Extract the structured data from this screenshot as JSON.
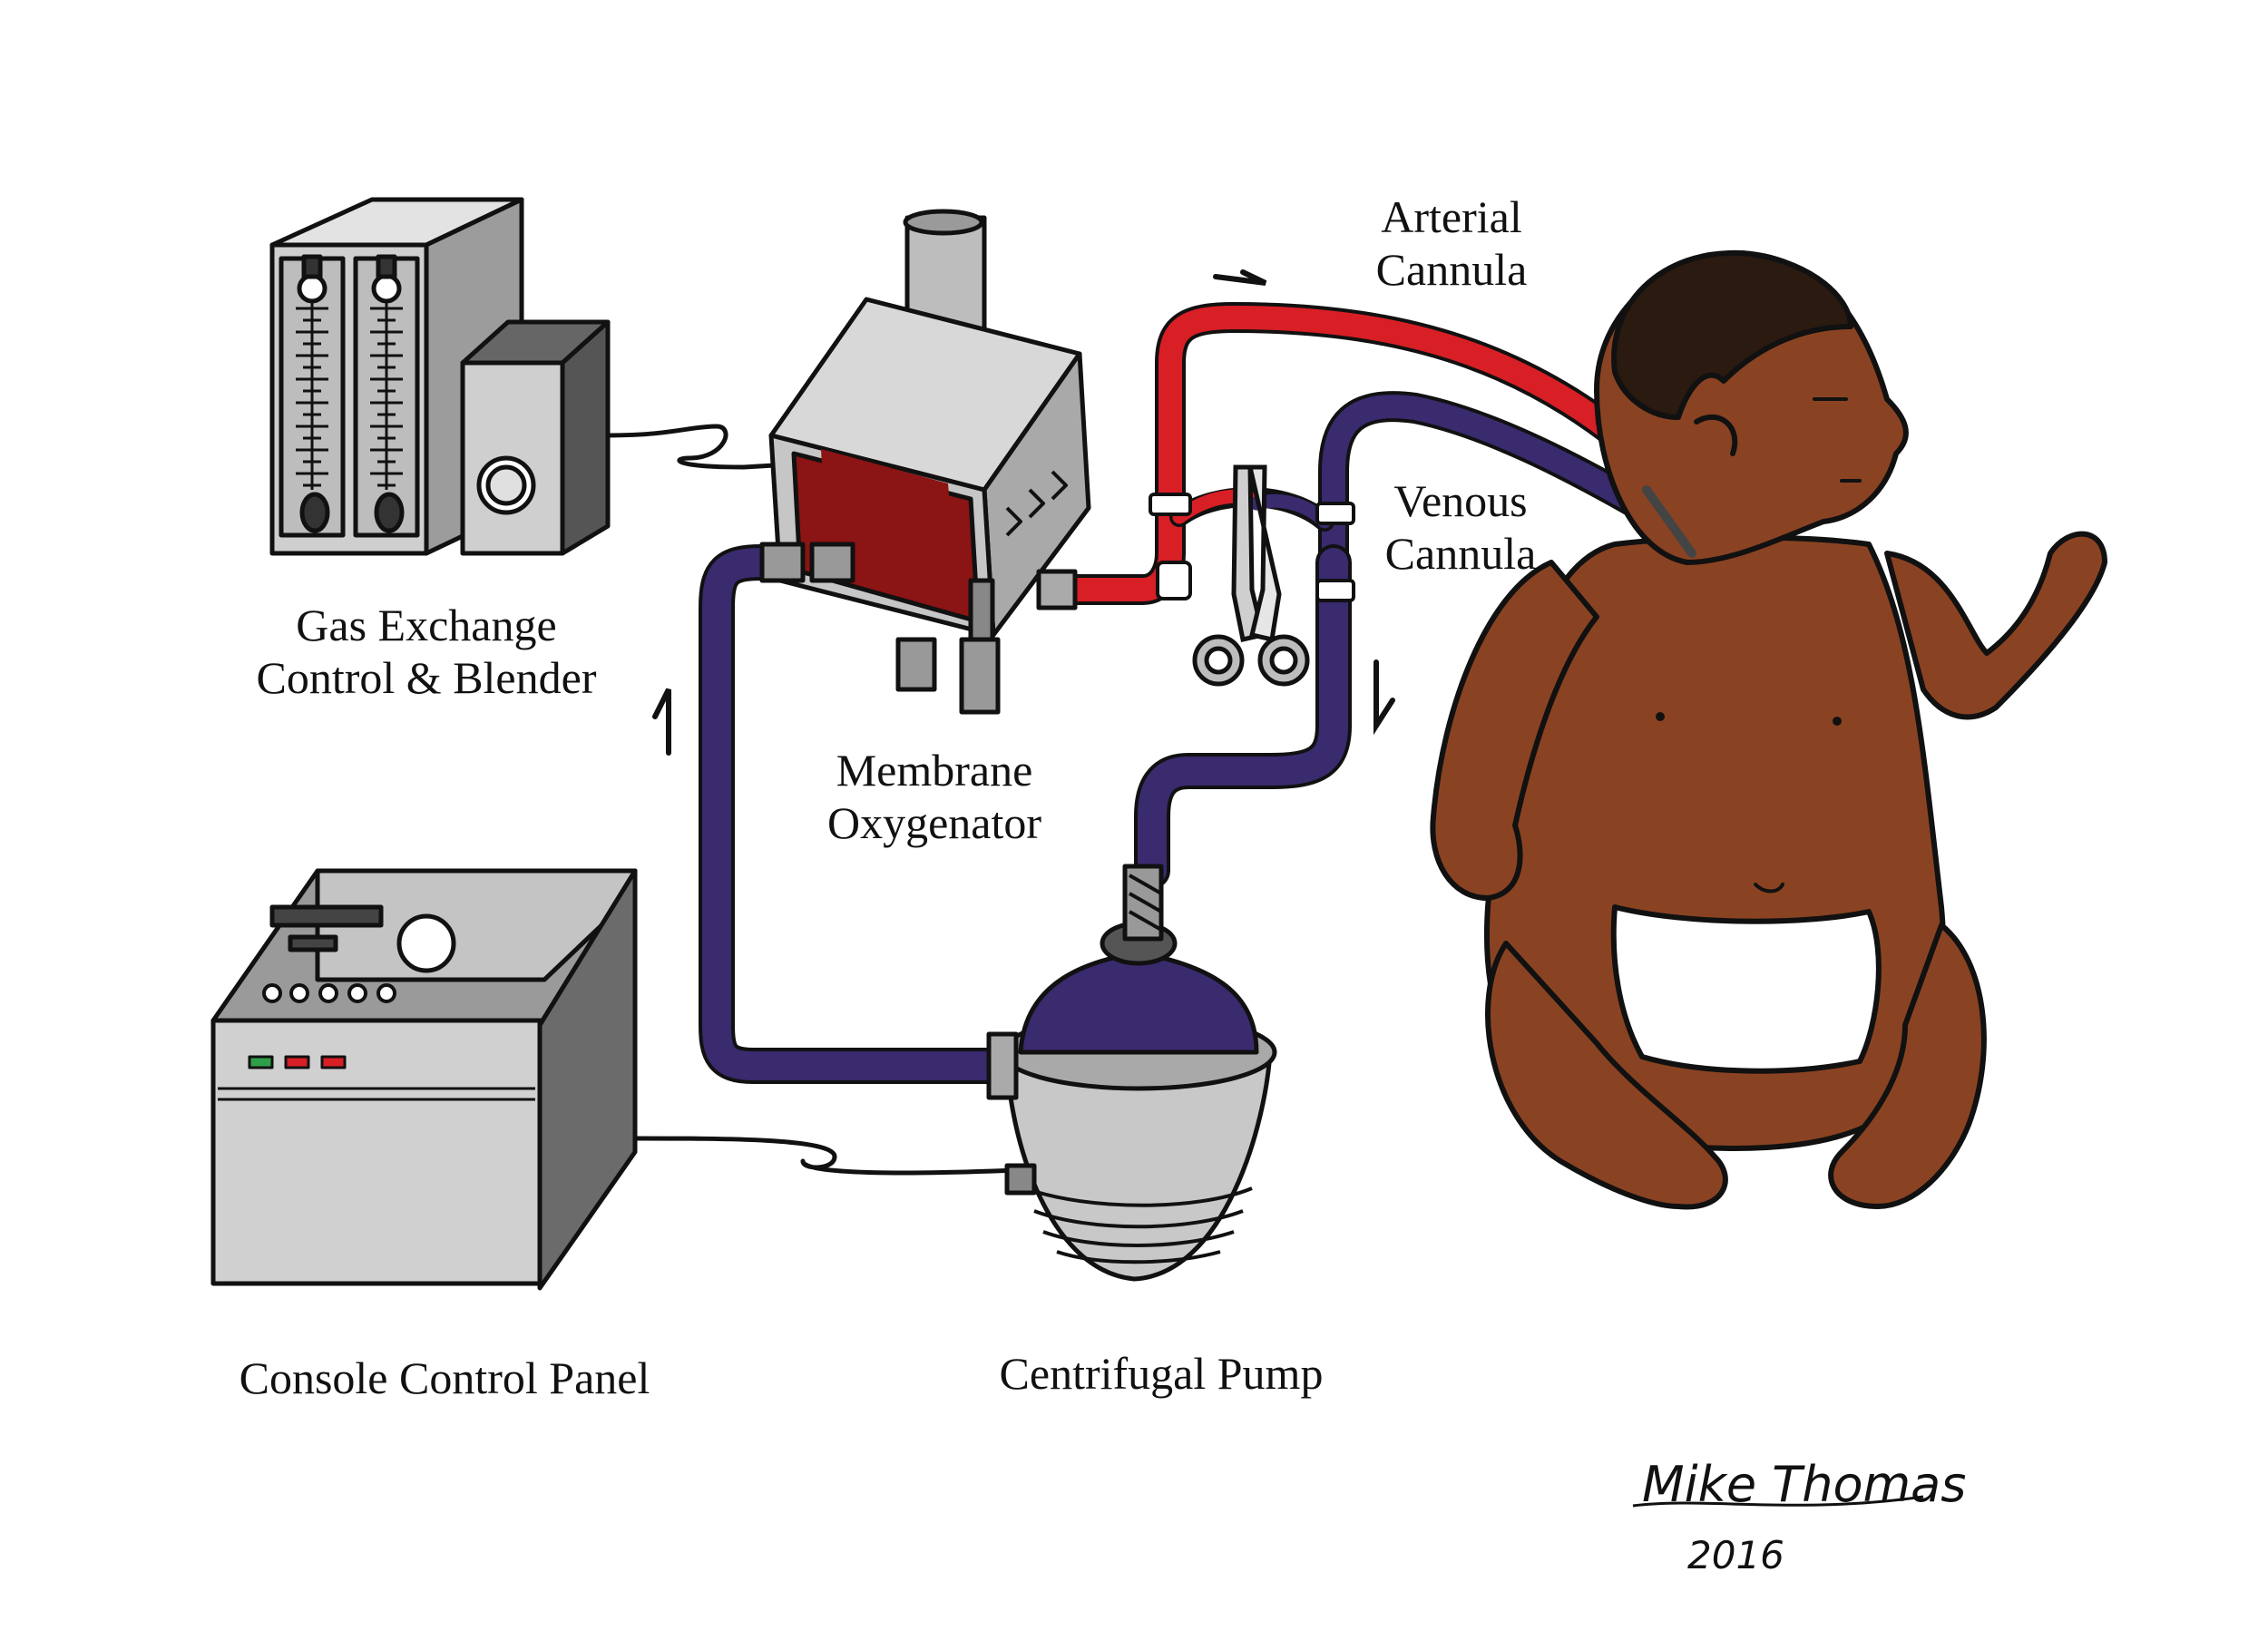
{
  "labels": {
    "gas_exchange": {
      "line1": "Gas Exchange",
      "line2": "Control & Blender"
    },
    "membrane_oxygenator": {
      "line1": "Membrane",
      "line2": "Oxygenator"
    },
    "arterial_cannula": {
      "line1": "Arterial",
      "line2": "Cannula"
    },
    "venous_cannula": {
      "line1": "Venous",
      "line2": "Cannula"
    },
    "console_control_panel": "Console Control Panel",
    "centrifugal_pump": "Centrifugal Pump"
  },
  "signature": {
    "name": "Mike Thomas",
    "year": "2016"
  },
  "colors": {
    "arterial_blood": "#d81f26",
    "venous_blood": "#3a2a6e",
    "device_gray": "#b8b8b8",
    "device_dark": "#555555",
    "oxygenator_window": "#8b1414",
    "skin": "#8a4322",
    "hair": "#2a1a10",
    "outline": "#111111"
  },
  "icons": [
    "gas-blender-device",
    "membrane-oxygenator-device",
    "tubing-clamp-icon",
    "centrifugal-pump-device",
    "console-device",
    "infant-patient",
    "flow-arrow-icon"
  ]
}
